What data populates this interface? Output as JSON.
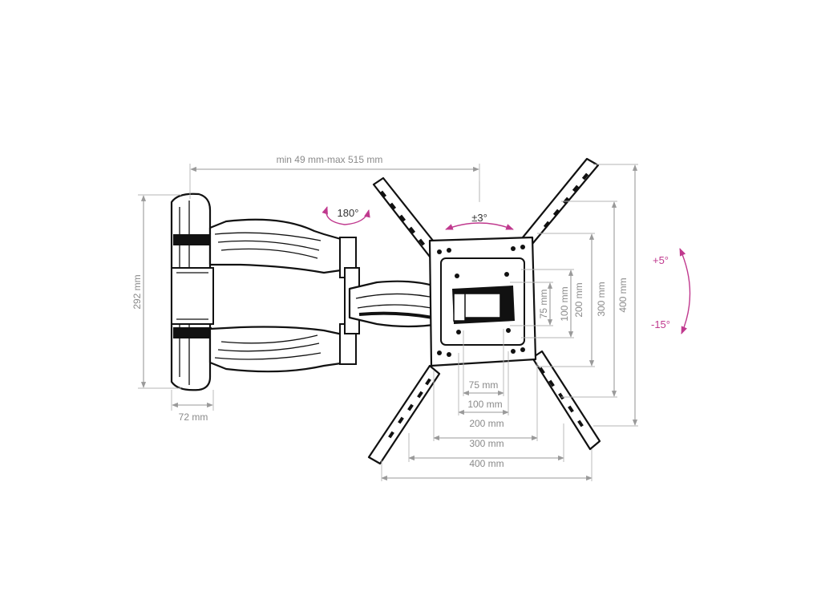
{
  "colors": {
    "dimension": "#8a8a8a",
    "rotation": "#c0398e",
    "ink": "#111111"
  },
  "dimensions": {
    "arm_extension": "min 49 mm-max 515 mm",
    "wall_plate_height": "292 mm",
    "wall_plate_depth": "72 mm",
    "vesa_h_75": "75 mm",
    "vesa_h_100": "100 mm",
    "vesa_h_200": "200 mm",
    "vesa_h_300": "300 mm",
    "vesa_h_400": "400 mm",
    "vesa_v_75": "75 mm",
    "vesa_v_100": "100 mm",
    "vesa_v_200": "200 mm",
    "vesa_v_300": "300 mm",
    "vesa_v_400": "400 mm"
  },
  "rotations": {
    "swivel": "180°",
    "level": "±3°",
    "tilt_up": "+5°",
    "tilt_down": "-15°"
  }
}
